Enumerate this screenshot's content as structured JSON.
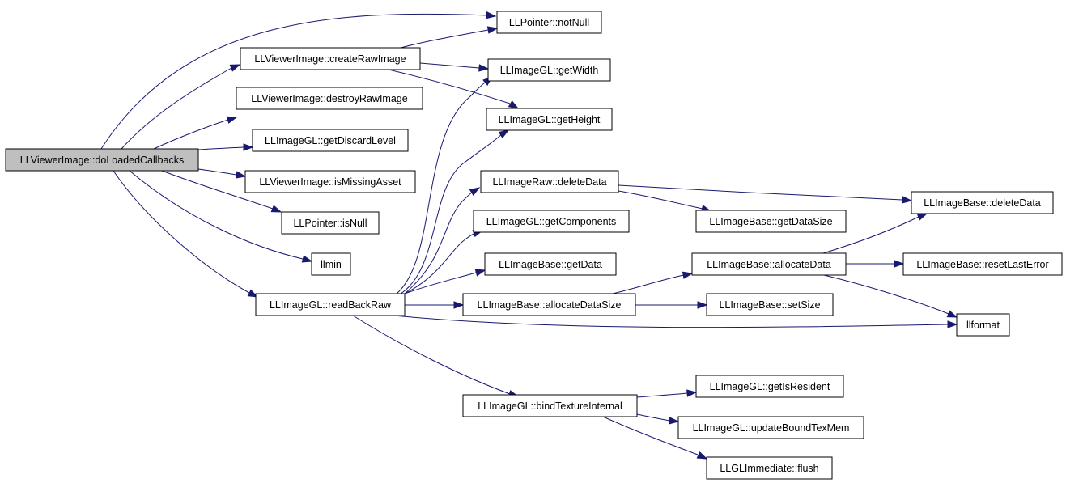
{
  "graph": {
    "root": "doLoadedCallbacks",
    "nodes": [
      {
        "id": "doLoadedCallbacks",
        "label": "LLViewerImage::doLoadedCallbacks"
      },
      {
        "id": "notNull",
        "label": "LLPointer::notNull"
      },
      {
        "id": "createRawImage",
        "label": "LLViewerImage::createRawImage"
      },
      {
        "id": "getWidth",
        "label": "LLImageGL::getWidth"
      },
      {
        "id": "destroyRawImage",
        "label": "LLViewerImage::destroyRawImage"
      },
      {
        "id": "getHeight",
        "label": "LLImageGL::getHeight"
      },
      {
        "id": "getDiscardLevel",
        "label": "LLImageGL::getDiscardLevel"
      },
      {
        "id": "isMissingAsset",
        "label": "LLViewerImage::isMissingAsset"
      },
      {
        "id": "deleteDataRaw",
        "label": "LLImageRaw::deleteData"
      },
      {
        "id": "deleteDataBase",
        "label": "LLImageBase::deleteData"
      },
      {
        "id": "isNull",
        "label": "LLPointer::isNull"
      },
      {
        "id": "getComponents",
        "label": "LLImageGL::getComponents"
      },
      {
        "id": "getDataSize",
        "label": "LLImageBase::getDataSize"
      },
      {
        "id": "llmin",
        "label": "llmin"
      },
      {
        "id": "getData",
        "label": "LLImageBase::getData"
      },
      {
        "id": "allocateData",
        "label": "LLImageBase::allocateData"
      },
      {
        "id": "resetLastError",
        "label": "LLImageBase::resetLastError"
      },
      {
        "id": "readBackRaw",
        "label": "LLImageGL::readBackRaw"
      },
      {
        "id": "allocateDataSize",
        "label": "LLImageBase::allocateDataSize"
      },
      {
        "id": "setSize",
        "label": "LLImageBase::setSize"
      },
      {
        "id": "llformat",
        "label": "llformat"
      },
      {
        "id": "getIsResident",
        "label": "LLImageGL::getIsResident"
      },
      {
        "id": "bindTextureInternal",
        "label": "LLImageGL::bindTextureInternal"
      },
      {
        "id": "updateBoundTexMem",
        "label": "LLImageGL::updateBoundTexMem"
      },
      {
        "id": "flush",
        "label": "LLGLImmediate::flush"
      }
    ],
    "edges": [
      {
        "from": "doLoadedCallbacks",
        "to": "notNull"
      },
      {
        "from": "doLoadedCallbacks",
        "to": "createRawImage"
      },
      {
        "from": "doLoadedCallbacks",
        "to": "destroyRawImage"
      },
      {
        "from": "doLoadedCallbacks",
        "to": "getDiscardLevel"
      },
      {
        "from": "doLoadedCallbacks",
        "to": "isMissingAsset"
      },
      {
        "from": "doLoadedCallbacks",
        "to": "isNull"
      },
      {
        "from": "doLoadedCallbacks",
        "to": "llmin"
      },
      {
        "from": "doLoadedCallbacks",
        "to": "readBackRaw"
      },
      {
        "from": "createRawImage",
        "to": "notNull"
      },
      {
        "from": "createRawImage",
        "to": "getWidth"
      },
      {
        "from": "createRawImage",
        "to": "getHeight"
      },
      {
        "from": "readBackRaw",
        "to": "getWidth"
      },
      {
        "from": "readBackRaw",
        "to": "getHeight"
      },
      {
        "from": "readBackRaw",
        "to": "deleteDataRaw"
      },
      {
        "from": "readBackRaw",
        "to": "getComponents"
      },
      {
        "from": "readBackRaw",
        "to": "getData"
      },
      {
        "from": "readBackRaw",
        "to": "allocateDataSize"
      },
      {
        "from": "readBackRaw",
        "to": "llformat"
      },
      {
        "from": "readBackRaw",
        "to": "bindTextureInternal"
      },
      {
        "from": "deleteDataRaw",
        "to": "deleteDataBase"
      },
      {
        "from": "deleteDataRaw",
        "to": "getDataSize"
      },
      {
        "from": "allocateDataSize",
        "to": "allocateData"
      },
      {
        "from": "allocateDataSize",
        "to": "setSize"
      },
      {
        "from": "allocateData",
        "to": "deleteDataBase"
      },
      {
        "from": "allocateData",
        "to": "resetLastError"
      },
      {
        "from": "allocateData",
        "to": "llformat"
      },
      {
        "from": "bindTextureInternal",
        "to": "getIsResident"
      },
      {
        "from": "bindTextureInternal",
        "to": "updateBoundTexMem"
      },
      {
        "from": "bindTextureInternal",
        "to": "flush"
      }
    ]
  },
  "colors": {
    "edge": "#191970",
    "root_fill": "#bfbfbf",
    "node_fill": "#ffffff",
    "node_border": "#000000"
  }
}
